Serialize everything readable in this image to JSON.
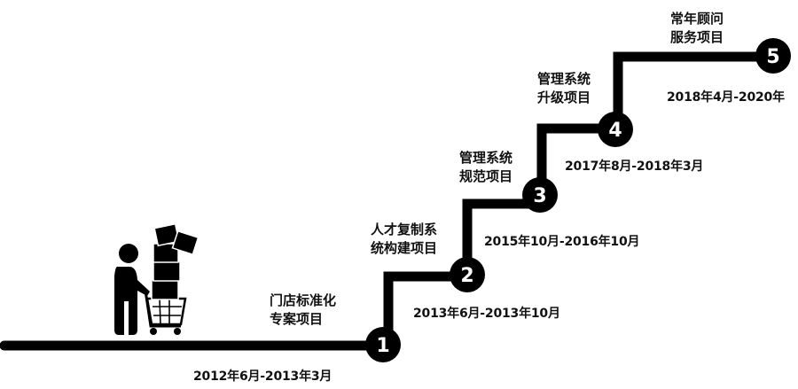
{
  "stages": [
    {
      "num": "1",
      "title_lines": [
        "门店标准化",
        "专案项目"
      ],
      "period": "2012年6月-2013年3月"
    },
    {
      "num": "2",
      "title_lines": [
        "人才复制系",
        "统构建项目"
      ],
      "period": "2013年6月-2013年10月"
    },
    {
      "num": "3",
      "title_lines": [
        "管理系统",
        "规范项目"
      ],
      "period": "2015年10月-2016年10月"
    },
    {
      "num": "4",
      "title_lines": [
        "管理系统",
        "升级项目"
      ],
      "period": "2017年8月-2018年3月"
    },
    {
      "num": "5",
      "title_lines": [
        "常年顾问",
        "服务项目"
      ],
      "period": "2018年4月-2020年"
    }
  ],
  "colors": {
    "line": "#000000",
    "node_fill": "#000000",
    "node_text": "#ffffff",
    "text": "#111111"
  },
  "icons": [
    "person-pushing-cart-icon"
  ]
}
